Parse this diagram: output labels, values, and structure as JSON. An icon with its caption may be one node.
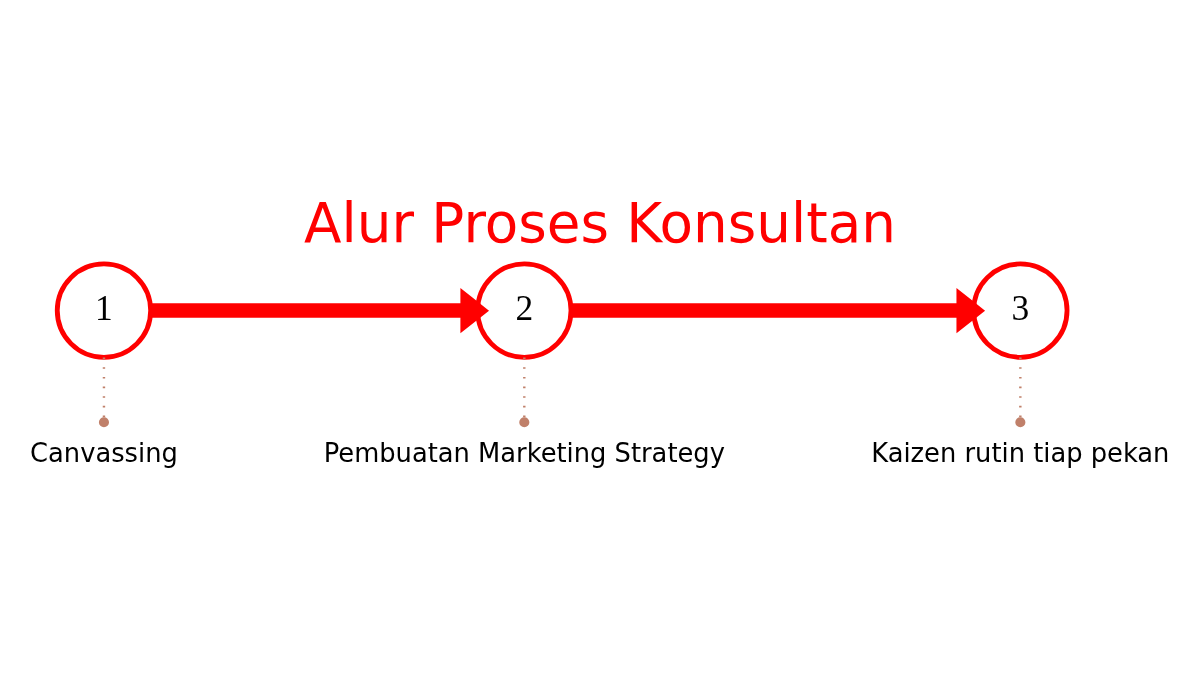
{
  "diagram": {
    "title": "Alur Proses Konsultan",
    "nodes": [
      {
        "text": [
          "1"
        ]
      },
      {
        "text": [
          "2"
        ]
      },
      {
        "text": [
          "3"
        ]
      },
      {
        "text": [
          "Canvassing"
        ]
      },
      {
        "text": [
          "Pembuatan Marketing Strategy"
        ]
      },
      {
        "text": [
          "Kaizen rutin tiap pekan"
        ]
      }
    ],
    "edges": [
      {
        "from": 0,
        "to": 1,
        "arrow": "to",
        "style": "thick",
        "color": "#ff0000"
      },
      {
        "from": 1,
        "to": 2,
        "arrow": "to",
        "style": "thick",
        "color": "#ff0000"
      },
      {
        "from": 0,
        "to": 3,
        "arrow": "other",
        "style": "dashed"
      },
      {
        "from": 1,
        "to": 4,
        "arrow": "other",
        "style": "dashed"
      },
      {
        "from": 2,
        "to": 5,
        "arrow": "other",
        "style": "dashed"
      }
    ]
  }
}
